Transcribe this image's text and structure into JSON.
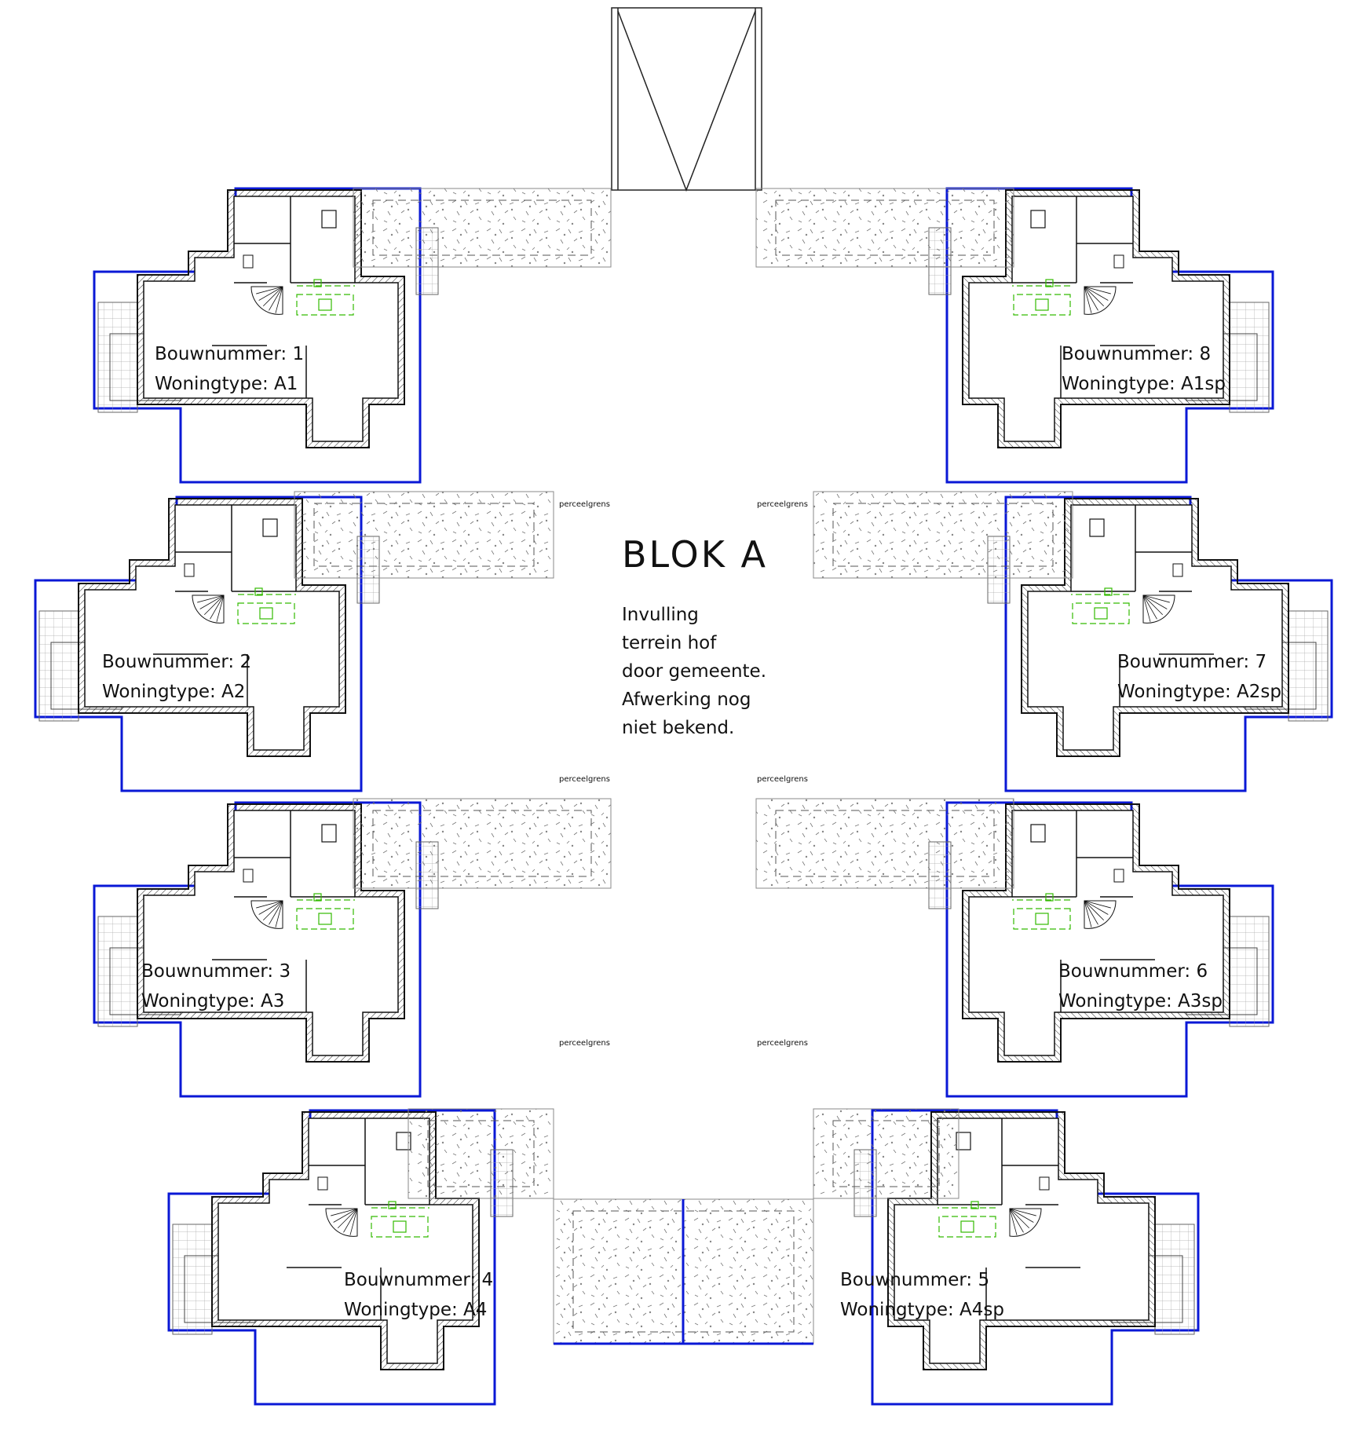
{
  "title": "BLOK A",
  "note_lines": [
    "Invulling",
    "terrein hof",
    "door gemeente.",
    "Afwerking nog",
    "niet bekend."
  ],
  "boundary_label": "perceelgrens",
  "field_labels": {
    "number": "Bouwnummer:",
    "type": "Woningtype:"
  },
  "units": [
    {
      "number": "1",
      "type": "A1"
    },
    {
      "number": "2",
      "type": "A2"
    },
    {
      "number": "3",
      "type": "A3"
    },
    {
      "number": "4",
      "type": "A4"
    },
    {
      "number": "5",
      "type": "A4sp"
    },
    {
      "number": "6",
      "type": "A3sp"
    },
    {
      "number": "7",
      "type": "A2sp"
    },
    {
      "number": "8",
      "type": "A1sp"
    }
  ],
  "colors": {
    "boundary": "#0a18d6",
    "wall": "#111111",
    "kitchen": "#33bb00",
    "paving": "#777777"
  }
}
